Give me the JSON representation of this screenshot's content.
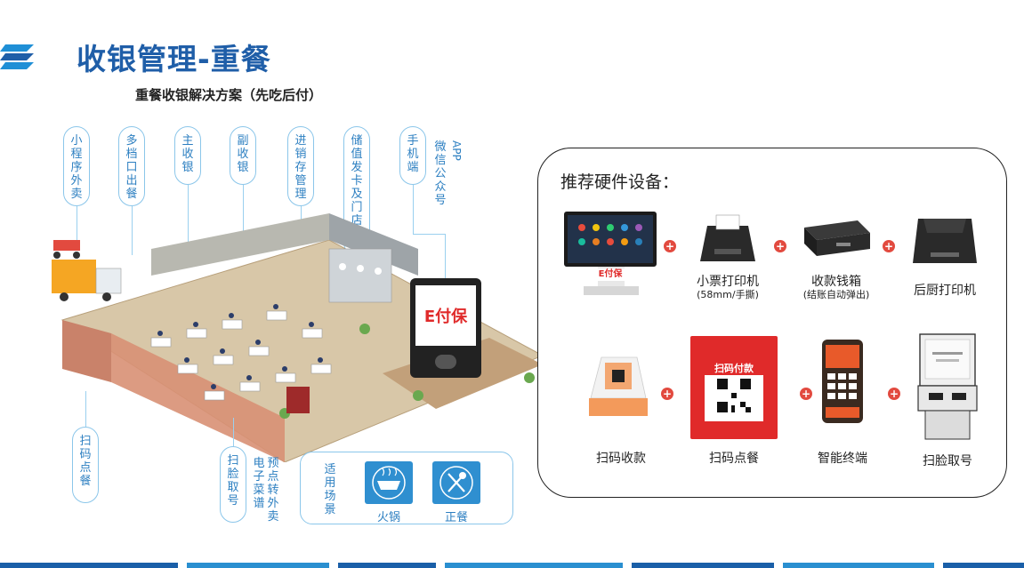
{
  "header": {
    "title": "收银管理-重餐",
    "subtitle": "重餐收银解决方案（先吃后付）"
  },
  "features_top": [
    {
      "id": "mini-program",
      "text": "小程序外卖"
    },
    {
      "id": "multi-window",
      "text": "多档口出餐"
    },
    {
      "id": "main-cashier",
      "text": "主收银"
    },
    {
      "id": "sub-cashier",
      "text": "副收银"
    },
    {
      "id": "inventory",
      "text": "进销存管理"
    },
    {
      "id": "stored-value",
      "text": "储值发卡及门店分账"
    },
    {
      "id": "mobile",
      "text": "手机端"
    }
  ],
  "mobile_extra": {
    "line1": "APP",
    "line2": "微信公众号"
  },
  "features_bottom": [
    {
      "id": "scan-order",
      "text": "扫码点餐"
    },
    {
      "id": "face-pickup",
      "text": "扫脸取号"
    }
  ],
  "menu_labels": {
    "col1": "电子菜谱",
    "col2": "预点转外卖"
  },
  "scenes": {
    "label": "适用场景",
    "items": [
      {
        "name": "火锅",
        "icon": "hotpot-icon"
      },
      {
        "name": "正餐",
        "icon": "dining-icon"
      }
    ]
  },
  "brand_sign": "E付保",
  "hardware": {
    "title": "推荐硬件设备：",
    "row1": [
      {
        "label": "",
        "sub": "",
        "icon": "pos-terminal-icon"
      },
      {
        "label": "小票打印机",
        "sub": "(58mm/手撕)",
        "icon": "receipt-printer-icon"
      },
      {
        "label": "收款钱箱",
        "sub": "(结账自动弹出)",
        "icon": "cash-drawer-icon"
      },
      {
        "label": "后厨打印机",
        "sub": "",
        "icon": "kitchen-printer-icon"
      }
    ],
    "row2": [
      {
        "label": "扫码收款",
        "icon": "qr-scanner-icon"
      },
      {
        "label": "扫码点餐",
        "icon": "qr-sign-icon"
      },
      {
        "label": "智能终端",
        "icon": "smart-terminal-icon"
      },
      {
        "label": "扫脸取号",
        "icon": "face-kiosk-icon"
      }
    ],
    "qr_sign_title": "扫码付款"
  },
  "colors": {
    "brand_blue": "#1f5ea8",
    "accent_blue": "#2c7fc1",
    "plus_red": "#e24a3f",
    "sign_red": "#e02a2a"
  }
}
